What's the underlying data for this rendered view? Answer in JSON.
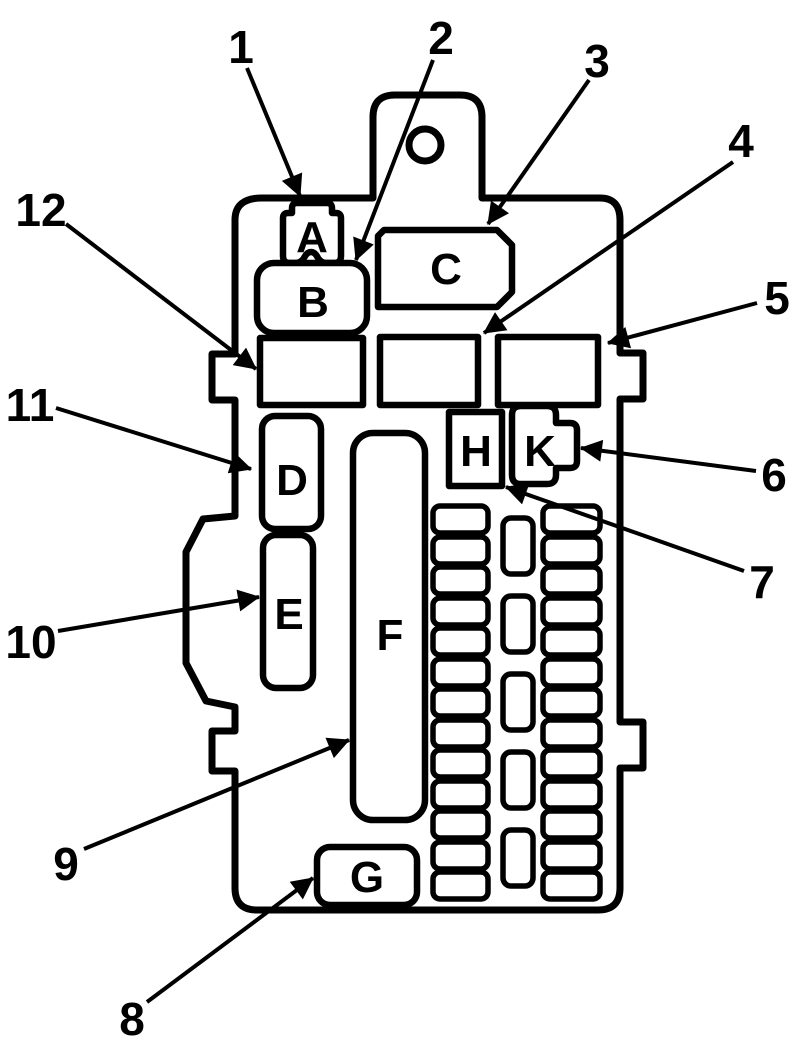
{
  "diagram": {
    "kind_note": "fuse-relay-box callout diagram, black line art on white",
    "colors": {
      "line": "#000000",
      "background": "#ffffff"
    },
    "blocks": {
      "a": "A",
      "b": "B",
      "c": "C",
      "d": "D",
      "e": "E",
      "f": "F",
      "g": "G",
      "h": "H",
      "k": "K"
    },
    "callouts": {
      "c1": "1",
      "c2": "2",
      "c3": "3",
      "c4": "4",
      "c5": "5",
      "c6": "6",
      "c7": "7",
      "c8": "8",
      "c9": "9",
      "c10": "10",
      "c11": "11",
      "c12": "12"
    }
  }
}
